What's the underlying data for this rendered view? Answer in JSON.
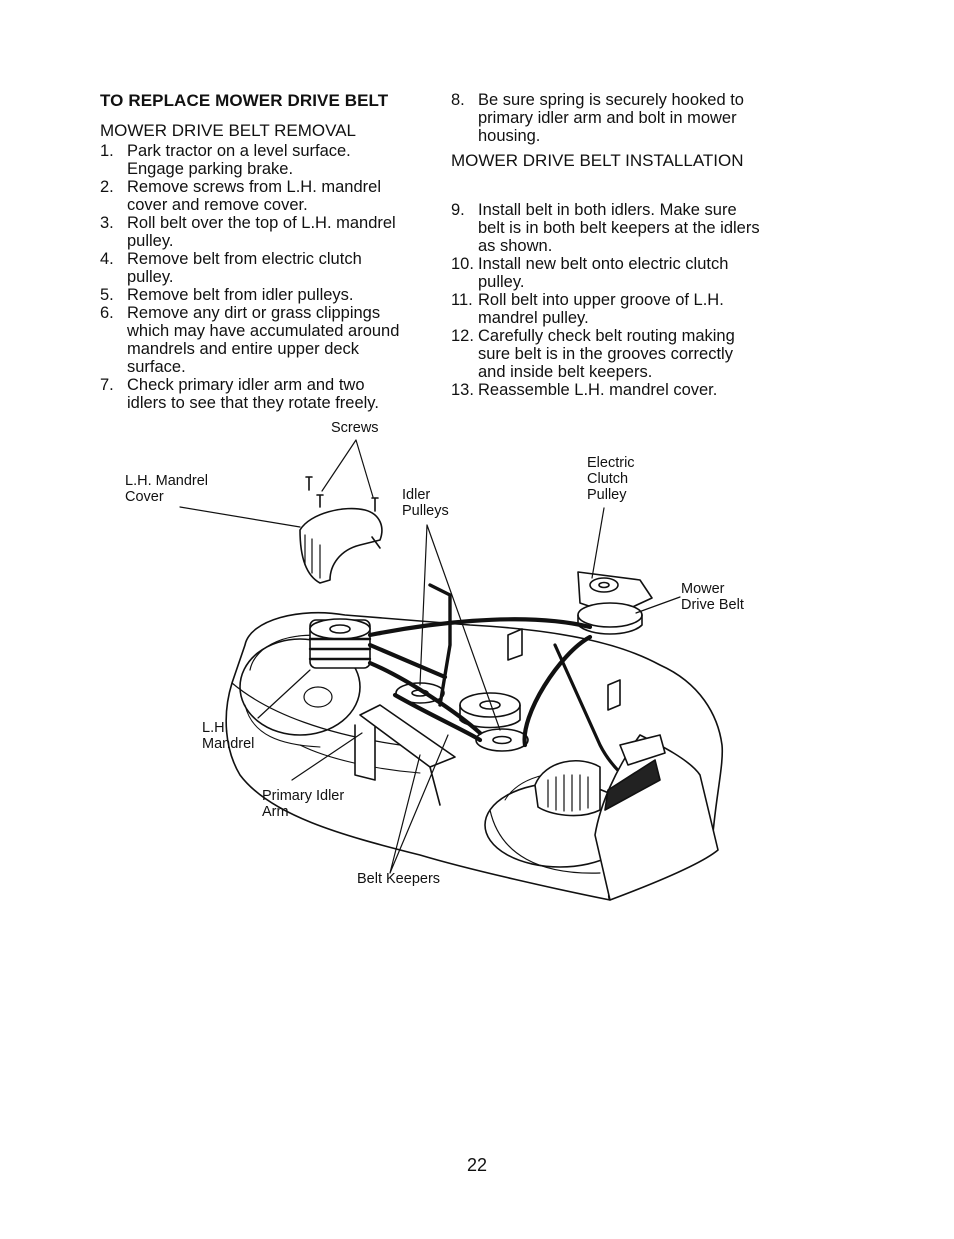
{
  "heading": "TO REPLACE MOWER DRIVE BELT",
  "removal": {
    "title": "MOWER DRIVE BELT REMOVAL",
    "steps": [
      {
        "num": "1.",
        "text": "Park tractor on a level surface.\nEngage parking brake."
      },
      {
        "num": "2.",
        "text": "Remove screws from L.H. mandrel\ncover and remove cover."
      },
      {
        "num": "3.",
        "text": "Roll belt over the top of L.H. mandrel\npulley."
      },
      {
        "num": "4.",
        "text": "Remove belt from electric clutch\npulley."
      },
      {
        "num": "5.",
        "text": "Remove belt from idler pulleys."
      },
      {
        "num": "6.",
        "text": "Remove any dirt or grass clippings\nwhich may have accumulated around\nmandrels and entire upper deck\nsurface."
      },
      {
        "num": "7.",
        "text": "Check primary idler arm and two\nidlers to see that they rotate freely."
      },
      {
        "num": "8.",
        "text": "Be sure spring is securely hooked to\nprimary idler arm and bolt in mower\nhousing."
      }
    ]
  },
  "installation": {
    "title": "MOWER DRIVE BELT INSTALLATION",
    "steps": [
      {
        "num": "9.",
        "text": "Install belt in both idlers. Make sure\nbelt is in both belt keepers at the idlers\nas shown."
      },
      {
        "num": "10.",
        "text": "Install new belt onto electric clutch\npulley."
      },
      {
        "num": "11.",
        "text": "Roll belt into upper groove of L.H.\nmandrel pulley."
      },
      {
        "num": "12.",
        "text": "Carefully check belt routing making\nsure belt is in the grooves correctly\nand inside belt keepers."
      },
      {
        "num": "13.",
        "text": "Reassemble L.H. mandrel cover."
      }
    ]
  },
  "figure": {
    "labels": {
      "screws": "Screws",
      "lh_mandrel_cover": "L.H. Mandrel\nCover",
      "idler_pulleys": "Idler\nPulleys",
      "electric_clutch_pulley": "Electric\nClutch\nPulley",
      "mower_drive_belt": "Mower\nDrive Belt",
      "lh_mandrel": "L.H.\nMandrel",
      "primary_idler_arm": "Primary Idler\nArm",
      "belt_keepers": "Belt Keepers"
    }
  },
  "page_number": "22"
}
